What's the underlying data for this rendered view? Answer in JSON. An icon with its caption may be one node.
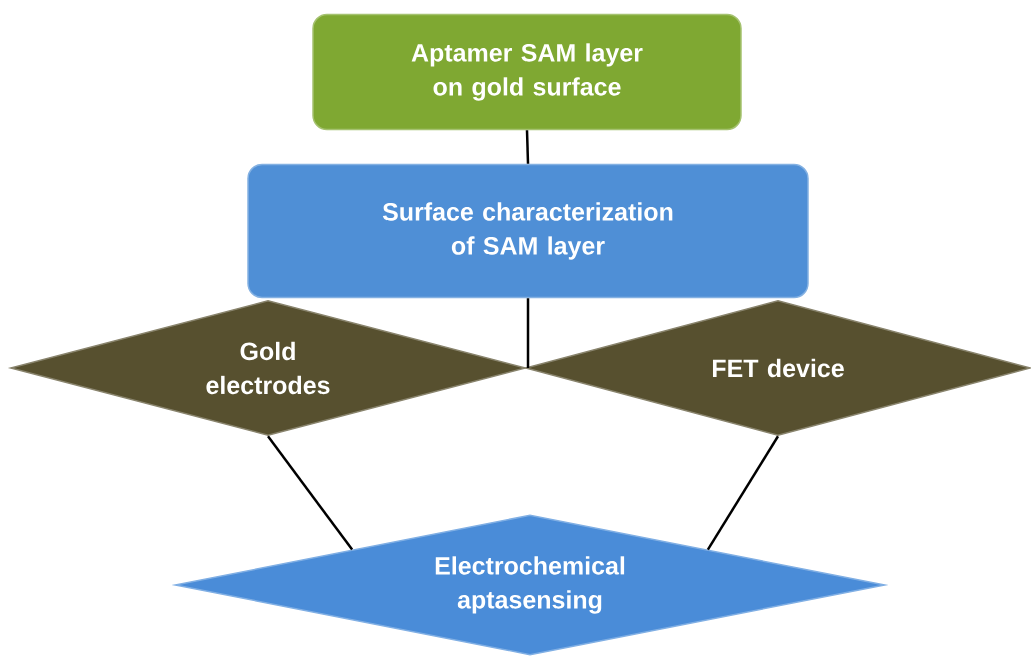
{
  "diagram": {
    "nodes": [
      {
        "text": [
          "Aptamer SAM layer on gold surface"
        ]
      },
      {
        "text": [
          "Surface characterization of SAM layer"
        ]
      },
      {
        "text": [
          "Gold electrodes"
        ]
      },
      {
        "text": [
          "FET device"
        ]
      },
      {
        "text": [
          "Electrochemical aptasensing"
        ]
      }
    ],
    "edges": [
      {
        "from": 0,
        "to": 1,
        "arrow": "none"
      },
      {
        "from": 1,
        "to": 2,
        "arrow": "none"
      },
      {
        "from": 1,
        "to": 3,
        "arrow": "none"
      },
      {
        "from": 2,
        "to": 4,
        "arrow": "none"
      },
      {
        "from": 3,
        "to": 4,
        "arrow": "none"
      }
    ]
  }
}
